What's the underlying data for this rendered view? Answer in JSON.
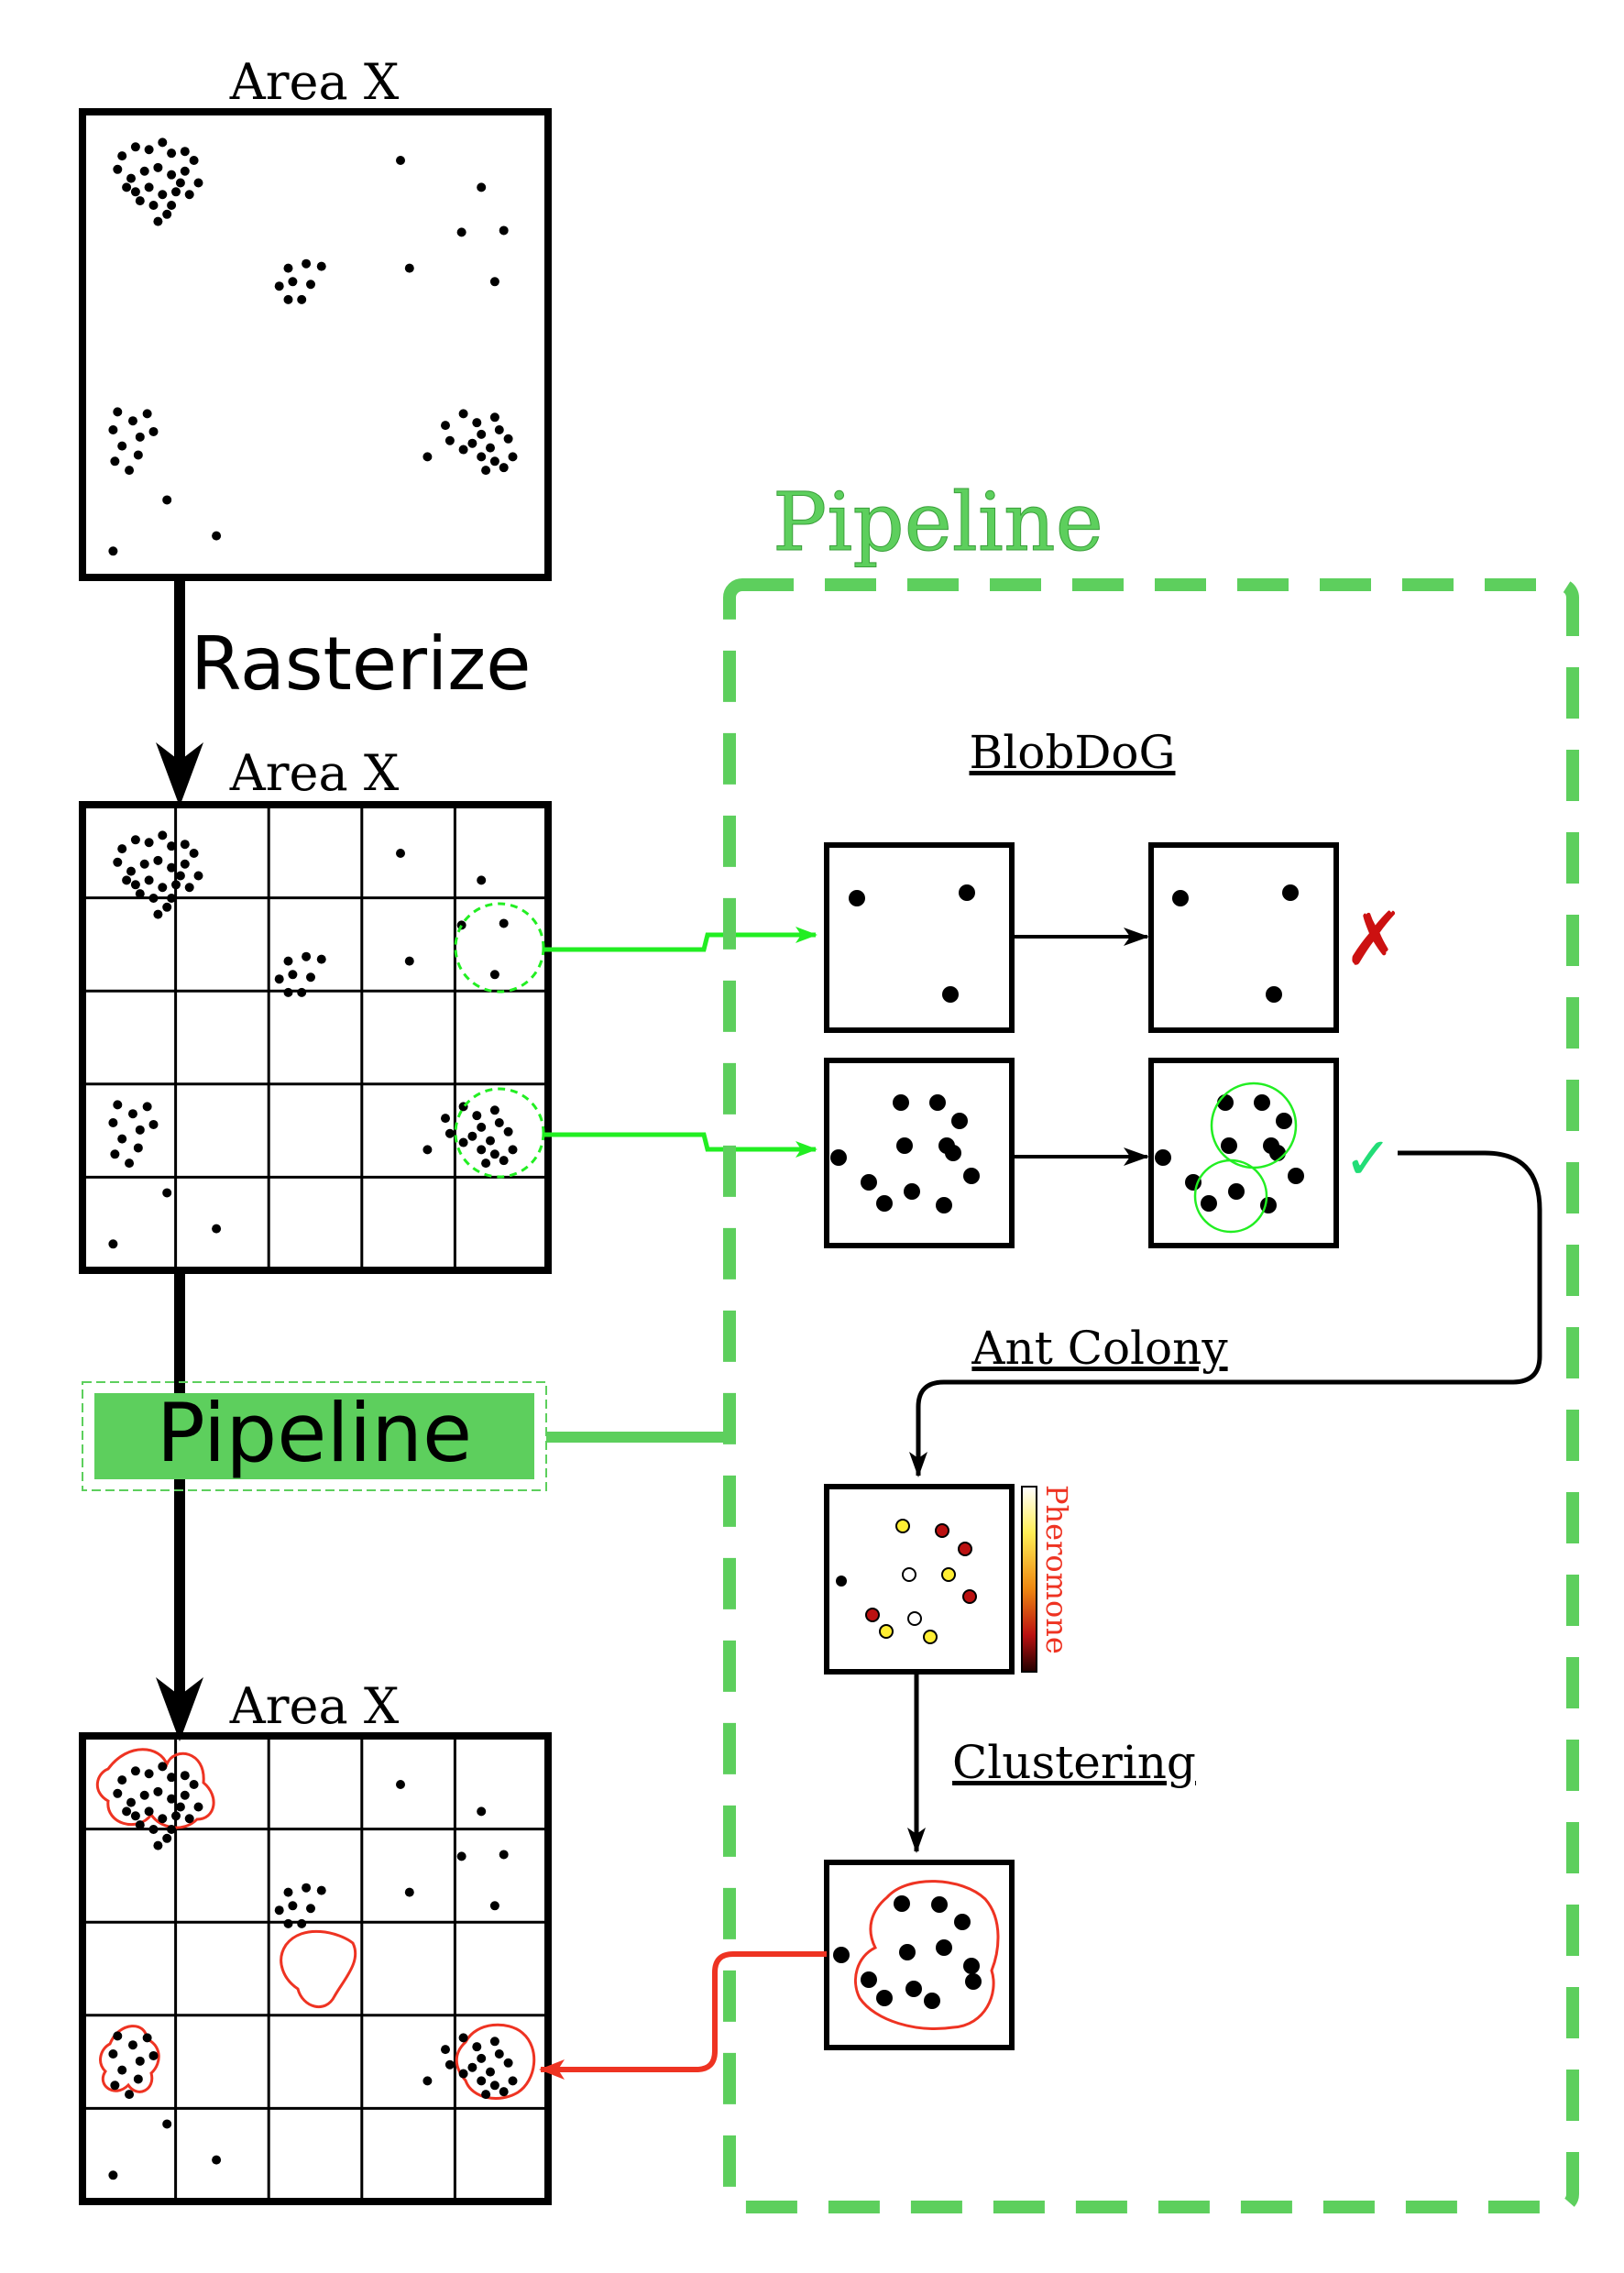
{
  "colors": {
    "pipeline_green": "#5dcf5d",
    "arrow_green": "#22ee22",
    "accept_green": "#22dd77",
    "reject_red": "#cc1111",
    "cluster_red": "#ee3322",
    "pheromone_label": "#ee3322"
  },
  "labels": {
    "area_top": "Area X",
    "rasterize": "Rasterize",
    "area_mid": "Area X",
    "area_bottom": "Area X",
    "pipeline_title": "Pipeline",
    "pipeline_box": "Pipeline",
    "blobdog": "BlobDoG",
    "ant_colony": "Ant Colony",
    "clustering": "Clustering",
    "pheromone": "Pheromone",
    "reject_mark": "✗",
    "accept_mark": "✓"
  },
  "icons": {
    "reject": "cross-mark-icon",
    "accept": "check-mark-icon"
  }
}
